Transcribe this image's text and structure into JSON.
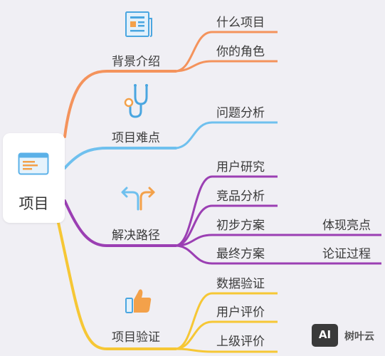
{
  "root": {
    "label": "项目"
  },
  "colors": {
    "orange": "#f4935c",
    "blue": "#6fc0ee",
    "purple": "#9b3fb3",
    "yellow": "#f6c735",
    "card": "#ffffff"
  },
  "branches": [
    {
      "label": "背景介绍",
      "icon": "newspaper-icon",
      "children": [
        "什么项目",
        "你的角色"
      ]
    },
    {
      "label": "项目难点",
      "icon": "stethoscope-icon",
      "children": [
        "问题分析"
      ]
    },
    {
      "label": "解决路径",
      "icon": "split-arrows-icon",
      "children": [
        "用户研究",
        "竞品分析",
        "初步方案",
        "最终方案"
      ],
      "grandchildren": {
        "初步方案": "体现亮点",
        "最终方案": "论证过程"
      }
    },
    {
      "label": "项目验证",
      "icon": "thumbs-up-icon",
      "children": [
        "数据验证",
        "用户评价",
        "上级评价"
      ]
    }
  ],
  "watermark": {
    "logo": "AI",
    "text": "树叶云"
  }
}
